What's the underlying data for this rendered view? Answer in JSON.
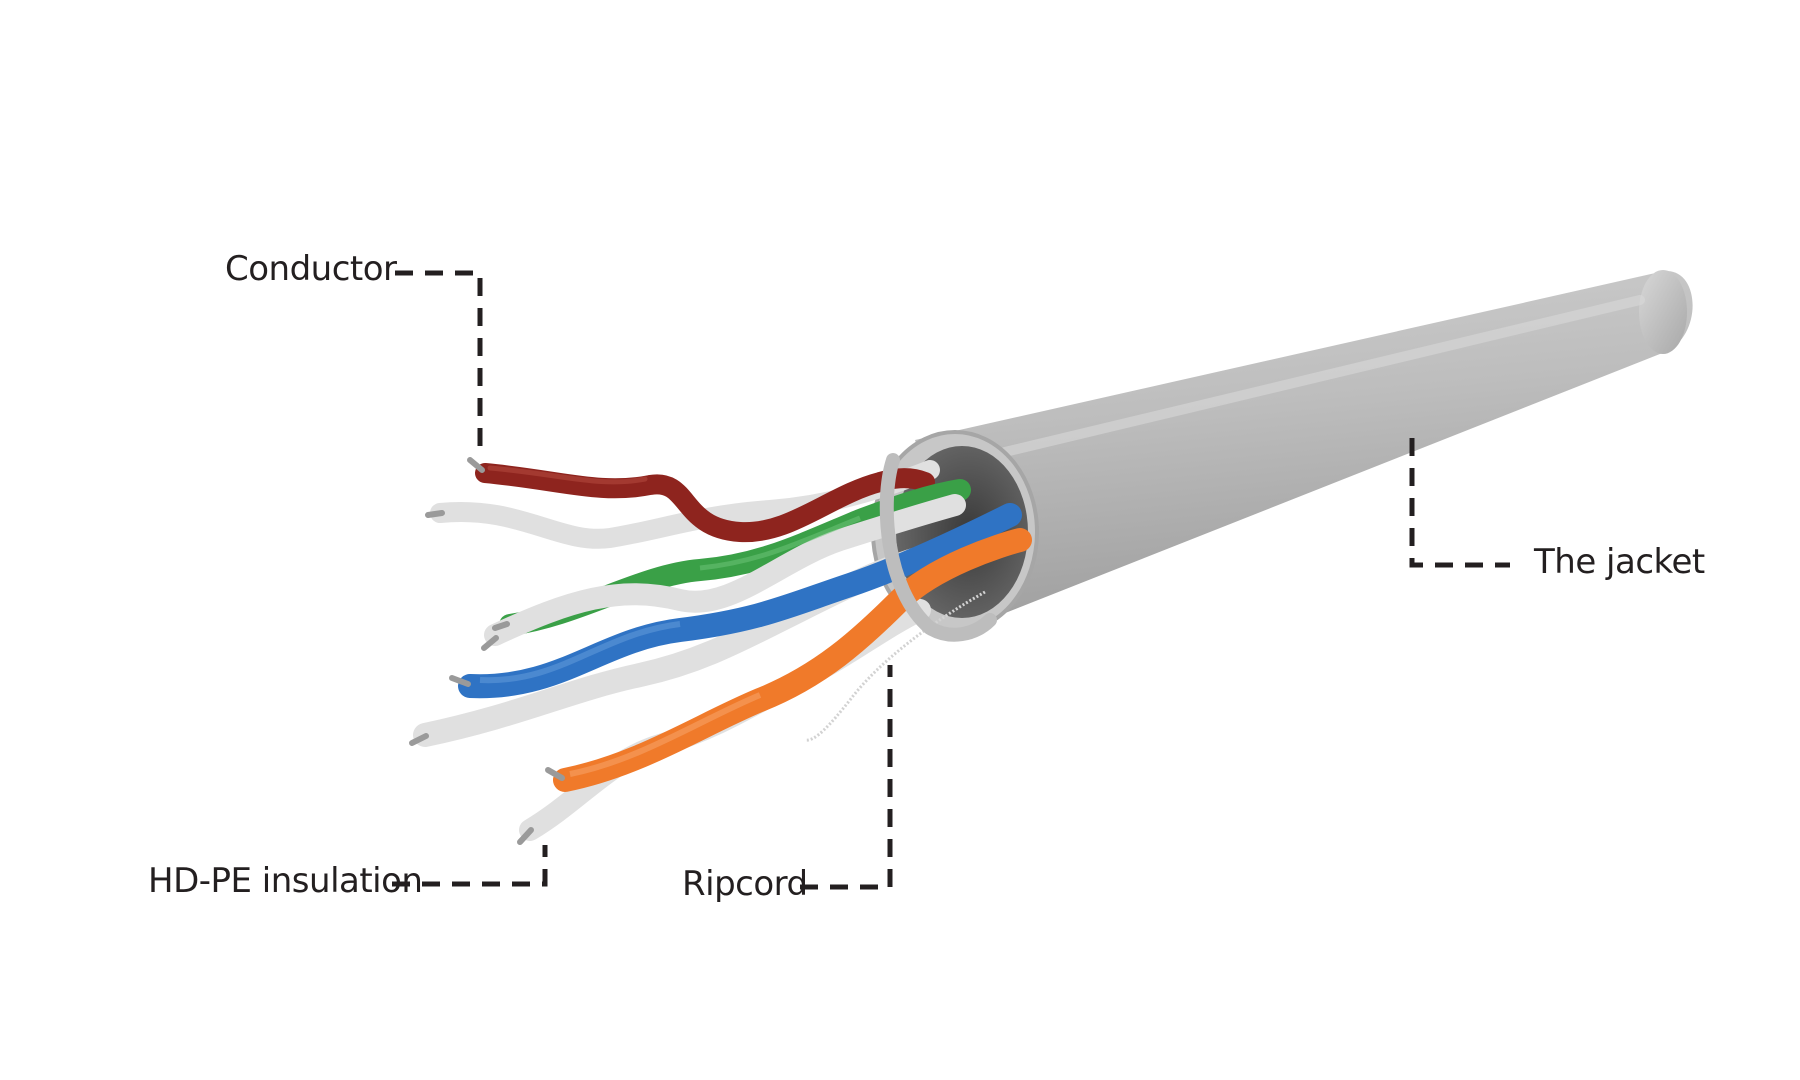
{
  "labels": {
    "conductor": "Conductor",
    "insulation": "HD-PE insulation",
    "ripcord": "Ripcord",
    "jacket": "The jacket"
  },
  "colors": {
    "background": "#ffffff",
    "jacket": "#b9b9b9",
    "pair_brown": "#8e241e",
    "pair_green": "#3aa047",
    "pair_blue": "#2f73c4",
    "pair_orange": "#f07a2a",
    "white_wire": "#e3e3e3",
    "leader_line": "#231f20"
  }
}
